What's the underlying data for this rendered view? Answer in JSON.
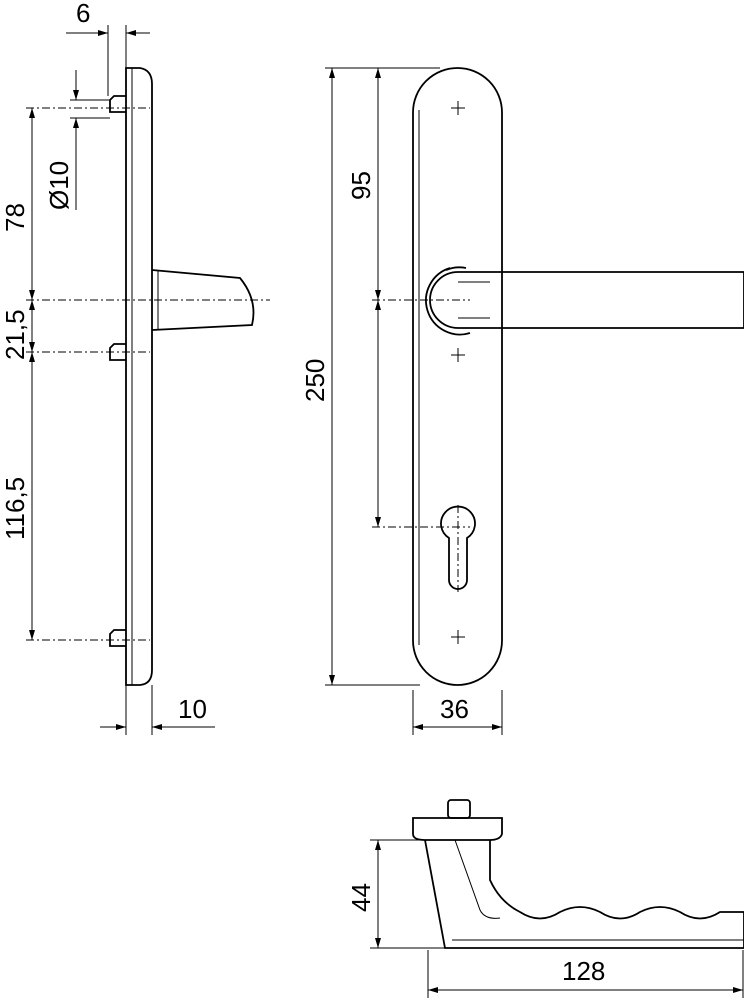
{
  "dimensions": {
    "d6": "6",
    "d10dia": "Ø10",
    "d78": "78",
    "d21_5": "21,5",
    "d116_5": "116,5",
    "d10": "10",
    "d95": "95",
    "d250": "250",
    "d36": "36",
    "d44": "44",
    "d128": "128"
  }
}
